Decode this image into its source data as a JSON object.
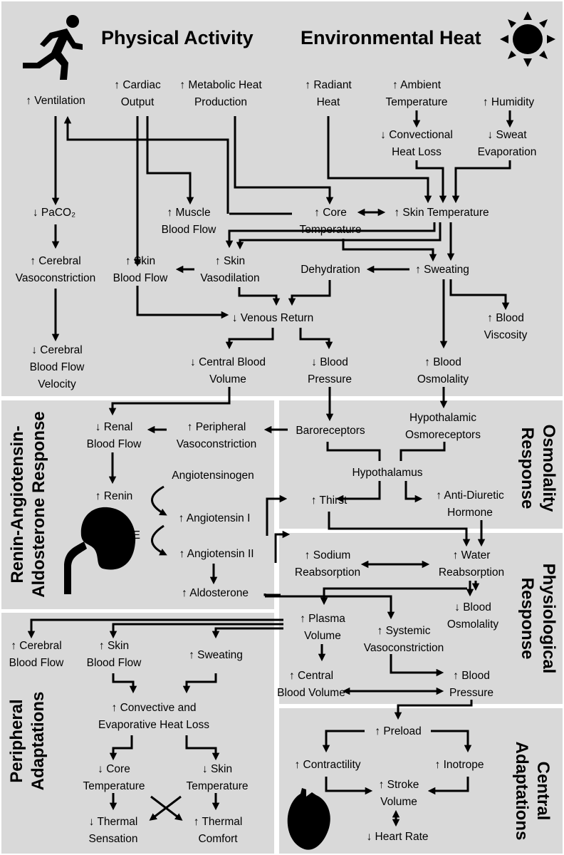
{
  "titles": {
    "physical_activity": "Physical Activity",
    "environmental_heat": "Environmental Heat",
    "raas": "Renin-Angiotensin-\nAldosterone Response",
    "osmolality": "Osmolality\nResponse",
    "physiological": "Physiological\nResponse",
    "peripheral": "Peripheral\nAdaptations",
    "central": "Central\nAdaptations"
  },
  "nodes": {
    "ventilation": "↑ Ventilation",
    "cardiac_output": "↑ Cardiac\nOutput",
    "metabolic_heat": "↑ Metabolic Heat\nProduction",
    "radiant_heat": "↑ Radiant\nHeat",
    "ambient_temp": "↑ Ambient\nTemperature",
    "humidity": "↑ Humidity",
    "convectional_loss": "↓ Convectional\nHeat Loss",
    "sweat_evap": "↓ Sweat\nEvaporation",
    "paco2": "↓ PaCO₂",
    "muscle_bf": "↑ Muscle\nBlood Flow",
    "core_temp": "↑ Core\nTemperature",
    "skin_temp": "↑ Skin Temperature",
    "cerebral_vasoconstriction": "↑ Cerebral\nVasoconstriction",
    "skin_bf": "↑ Skin\nBlood Flow",
    "skin_vasodilation": "↑ Skin\nVasodilation",
    "dehydration": "Dehydration",
    "sweating": "↑ Sweating",
    "venous_return": "↓ Venous Return",
    "blood_viscosity": "↑ Blood\nViscosity",
    "cbf_velocity": "↓ Cerebral\nBlood Flow\nVelocity",
    "central_blood_volume": "↓ Central Blood\nVolume",
    "blood_pressure": "↓ Blood\nPressure",
    "blood_osmolality": "↑ Blood\nOsmolality",
    "renal_bf": "↓ Renal\nBlood Flow",
    "peripheral_vasoconstriction": "↑ Peripheral\nVasoconstriction",
    "baroreceptors": "Baroreceptors",
    "hypothalamic_osmo": "Hypothalamic\nOsmoreceptors",
    "renin": "↑ Renin",
    "angiotensinogen": "Angiotensinogen",
    "angiotensin1": "↑ Angiotensin I",
    "ace": "ACE",
    "angiotensin2": "↑ Angiotensin II",
    "aldosterone": "↑ Aldosterone",
    "hypothalamus": "Hypothalamus",
    "thirst": "↑ Thirst",
    "adh": "↑ Anti-Diuretic\nHormone",
    "sodium_reabs": "↑ Sodium\nReabsorption",
    "water_reabs": "↑ Water\nReabsorption",
    "plasma_volume": "↑ Plasma\nVolume",
    "decr_blood_osm": "↓ Blood\nOsmolality",
    "systemic_vasoconstriction": "↑ Systemic\nVasoconstriction",
    "central_bv2": "↑ Central\nBlood Volume",
    "blood_pressure2": "↑ Blood\nPressure",
    "cerebral_bf": "↑ Cerebral\nBlood Flow",
    "skin_bf2": "↑ Skin\nBlood Flow",
    "sweating2": "↑ Sweating",
    "convective_evap": "↑ Convective and\nEvaporative Heat Loss",
    "core_temp2": "↓ Core\nTemperature",
    "skin_temp2": "↓ Skin\nTemperature",
    "thermal_sensation": "↓ Thermal\nSensation",
    "thermal_comfort": "↑ Thermal\nComfort",
    "preload": "↑ Preload",
    "contractility": "↑ Contractility",
    "inotrope": "↑ Inotrope",
    "stroke_volume": "↑ Stroke\nVolume",
    "heart_rate": "↓ Heart Rate"
  },
  "icons": [
    "runner-icon",
    "sun-icon",
    "kidney-icon",
    "heart-icon"
  ]
}
